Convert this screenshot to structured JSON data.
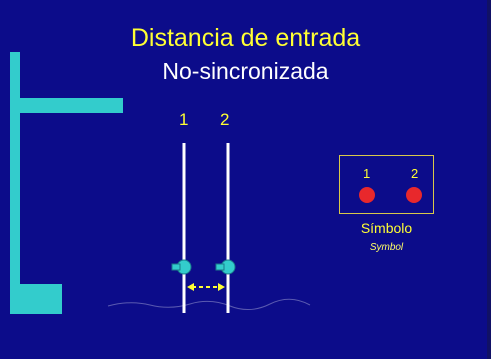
{
  "title": "Distancia de entrada",
  "subtitle": "No-sincronizada",
  "pole_labels": [
    "1",
    "2"
  ],
  "legend": {
    "numbers": [
      "1",
      "2"
    ],
    "caption": "Símbolo",
    "caption_en": "Symbol"
  },
  "colors": {
    "background": "#0c0c8a",
    "title": "#ffff33",
    "dock": "#33cccc",
    "pole": "#ffffff",
    "symbol_dot": "#e8282c",
    "arrow": "#ffff33"
  }
}
